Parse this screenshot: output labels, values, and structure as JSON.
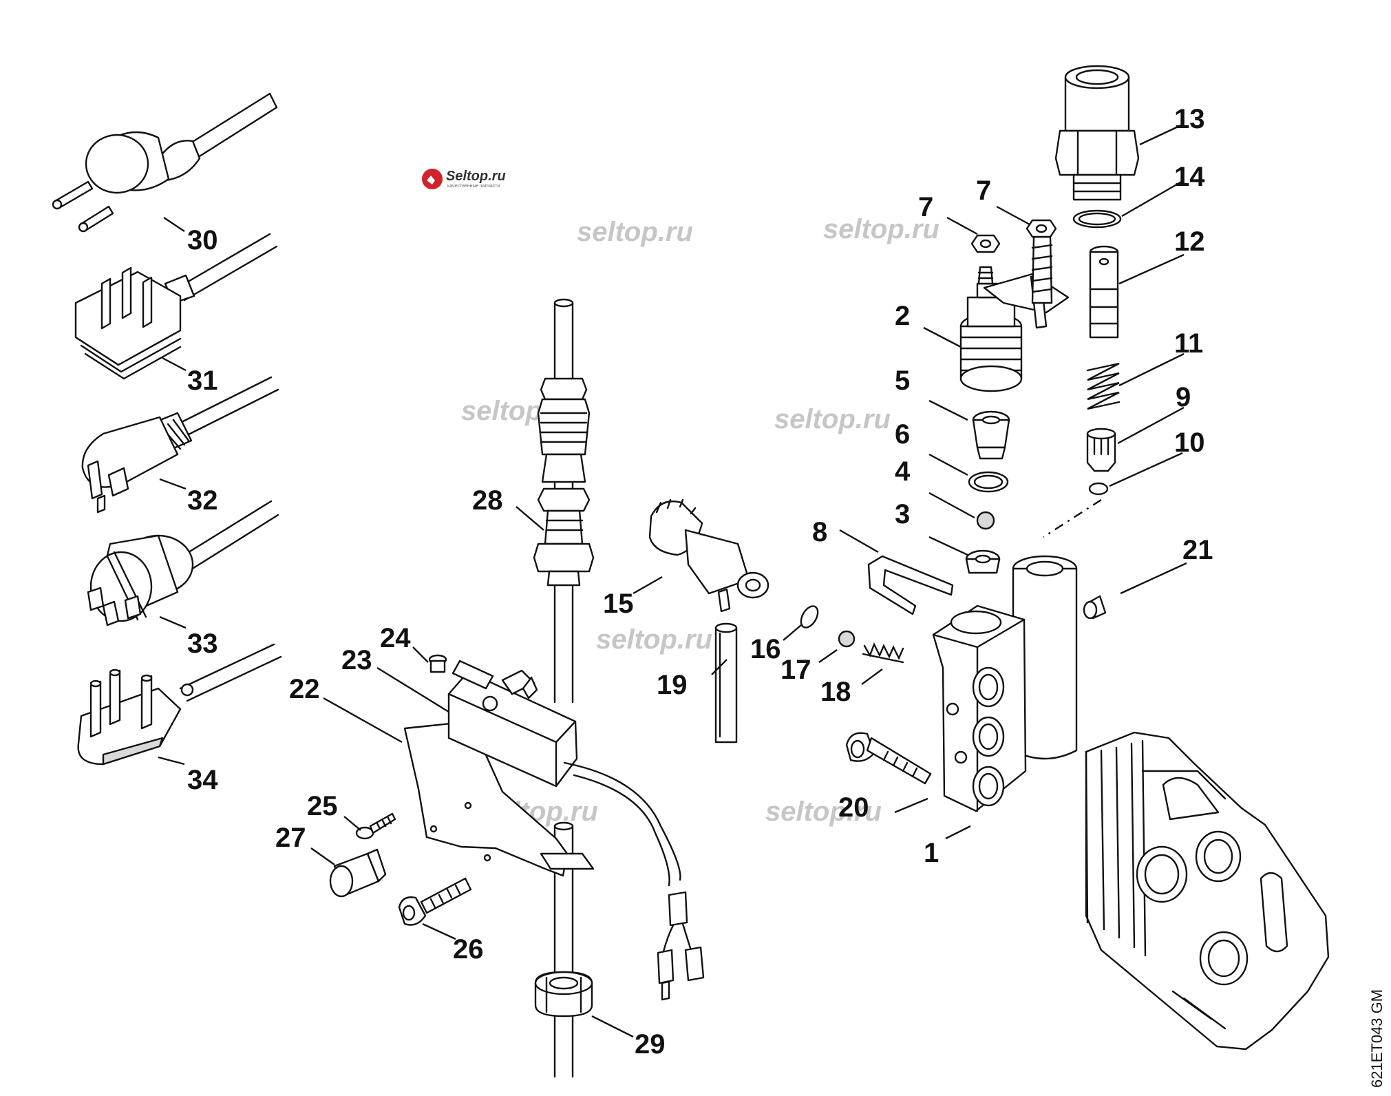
{
  "logo": {
    "name": "Seltop.ru",
    "tagline": "качественные запчасти",
    "accent": "#d2232a"
  },
  "watermark": "seltop.ru",
  "drawing_code": "621ET043 GM",
  "part_labels": {
    "p1": "1",
    "p2": "2",
    "p3": "3",
    "p4": "4",
    "p5": "5",
    "p6": "6",
    "p7a": "7",
    "p7b": "7",
    "p8": "8",
    "p9": "9",
    "p10": "10",
    "p11": "11",
    "p12": "12",
    "p13": "13",
    "p14": "14",
    "p15": "15",
    "p16": "16",
    "p17": "17",
    "p18": "18",
    "p19": "19",
    "p20": "20",
    "p21": "21",
    "p22": "22",
    "p23": "23",
    "p24": "24",
    "p25": "25",
    "p26": "26",
    "p27": "27",
    "p28": "28",
    "p29": "29",
    "p30": "30",
    "p31": "31",
    "p32": "32",
    "p33": "33",
    "p34": "34"
  }
}
